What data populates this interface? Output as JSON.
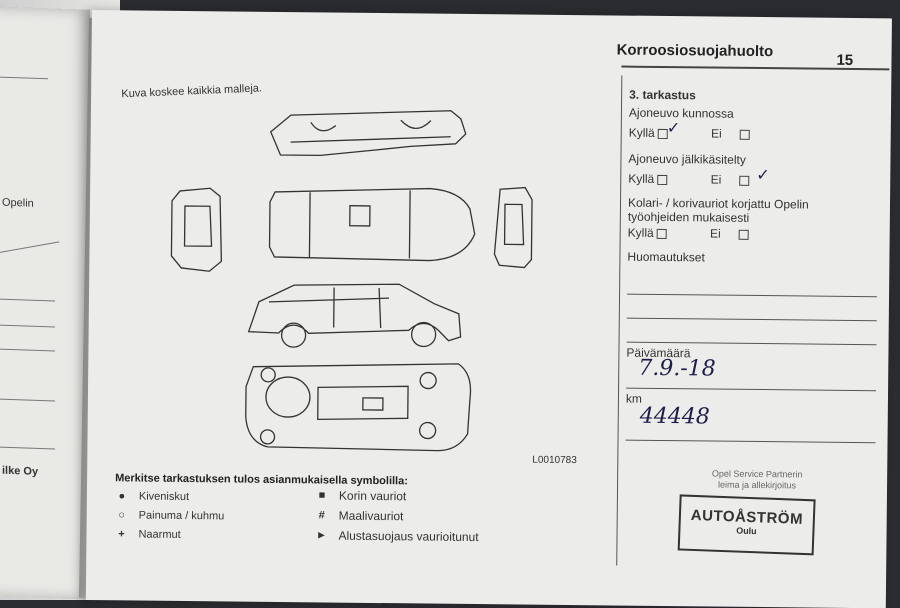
{
  "left_page": {
    "fragment_opelin": "Opelin",
    "fragment_oy": "ilke Oy"
  },
  "header": {
    "title": "Korroosiosuojahuolto",
    "page_number": "15"
  },
  "diagram": {
    "caption": "Kuva koskee kaikkia malleja.",
    "code": "L0010783"
  },
  "legend": {
    "heading": "Merkitse tarkastuksen tulos asianmukaisella symbolilla:",
    "items": [
      {
        "symbol": "●",
        "label": "Kiveniskut"
      },
      {
        "symbol": "○",
        "label": "Painuma / kuhmu"
      },
      {
        "symbol": "+",
        "label": "Naarmut"
      },
      {
        "symbol": "■",
        "label": "Korin vauriot"
      },
      {
        "symbol": "#",
        "label": "Maalivauriot"
      },
      {
        "symbol": "►",
        "label": "Alustasuojaus vaurioitunut"
      }
    ]
  },
  "inspection": {
    "title": "3. tarkastus",
    "vehicle_condition_label": "Ajoneuvo kunnossa",
    "vehicle_condition_yes": "Kyllä",
    "vehicle_condition_no": "Ei",
    "post_treatment_label": "Ajoneuvo jälkikäsitelty",
    "post_treatment_yes": "Kyllä",
    "post_treatment_no": "Ei",
    "collision_label_1": "Kolari- / korivauriot korjattu Opelin",
    "collision_label_2": "työohjeiden mukaisesti",
    "collision_yes": "Kyllä",
    "collision_no": "Ei",
    "remarks_label": "Huomautukset",
    "date_label": "Päivämäärä",
    "date_value": "7.9.-18",
    "km_label": "km",
    "km_value": "44448",
    "checkmark": "✓"
  },
  "partner": {
    "line1": "Opel Service Partnerin",
    "line2": "leima ja allekirjoitus",
    "stamp_name": "AUTOÅSTRÖM",
    "stamp_city": "Oulu"
  }
}
